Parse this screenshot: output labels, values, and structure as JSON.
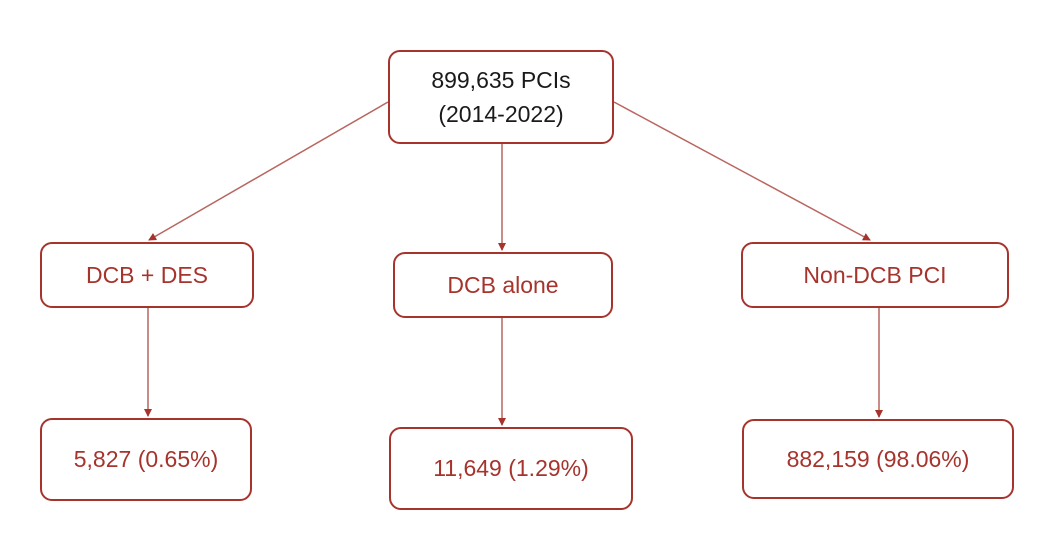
{
  "colors": {
    "accent": "#a6342c",
    "root_text": "#1a1a1a",
    "background": "#ffffff"
  },
  "root": {
    "line1": "899,635 PCIs",
    "line2": "(2014-2022)"
  },
  "groups": [
    {
      "label": "DCB + DES",
      "result": "5,827 (0.65%)"
    },
    {
      "label": "DCB alone",
      "result": "11,649 (1.29%)"
    },
    {
      "label": "Non-DCB PCI",
      "result": "882,159 (98.06%)"
    }
  ]
}
